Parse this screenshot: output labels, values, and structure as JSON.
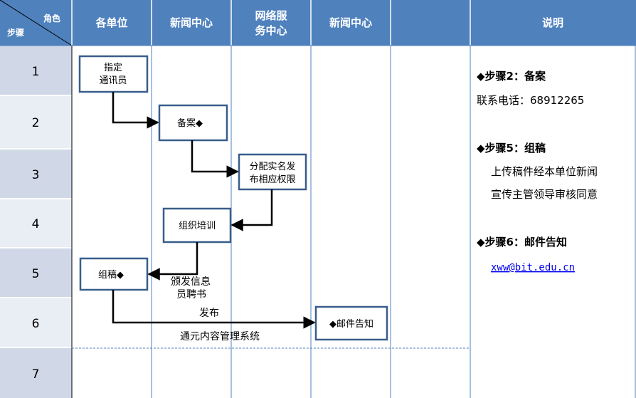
{
  "header": {
    "corner_role": "角色",
    "corner_step": "步骤",
    "columns": [
      "各单位",
      "新闻中心",
      "网络服",
      "务中心",
      "新闻中心",
      "",
      "说明"
    ]
  },
  "steps": [
    "1",
    "2",
    "3",
    "4",
    "5",
    "6",
    "7"
  ],
  "boxes": {
    "b1_line1": "指定",
    "b1_line2": "通讯员",
    "b2": "备案◆",
    "b3_line1": "分配实名发",
    "b3_line2": "布相应权限",
    "b4": "组织培训",
    "b5": "组稿◆",
    "b6": "◆邮件告知"
  },
  "edge_labels": {
    "cert_line1": "颁发信息",
    "cert_line2": "员聘书",
    "publish": "发布",
    "cms": "通元内容管理系统"
  },
  "notes": {
    "step2_title": "◆步骤2：备案",
    "step2_phone": "联系电话：68912265",
    "step5_title": "◆步骤5：组稿",
    "step5_line1": "上传稿件经本单位新闻",
    "step5_line2": "宣传主管领导审核同意",
    "step6_title": "◆步骤6：邮件告知",
    "step6_email": "xww@bit.edu.cn"
  },
  "colors": {
    "header_bg": "#4f81bd",
    "step_col_a": "#d0d8e8",
    "step_col_b": "#e9edf4",
    "box_border": "#385d8a",
    "grid": "#4f81bd"
  }
}
